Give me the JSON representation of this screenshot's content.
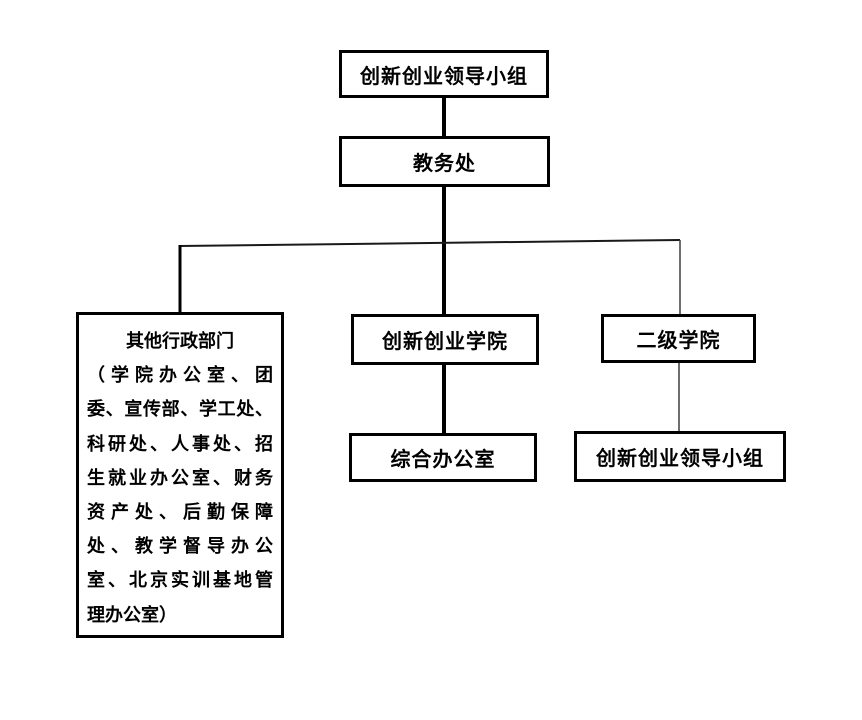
{
  "diagram": {
    "type": "org-chart",
    "colors": {
      "background": "#ffffff",
      "box_border": "#000000",
      "text": "#000000",
      "connector_thick": "#000000",
      "connector_thin": "#4a4a4a"
    },
    "nodes": {
      "leading_group_top": {
        "label": "创新创业领导小组"
      },
      "academic_affairs_office": {
        "label": "教务处"
      },
      "other_admin_departments": {
        "lines": [
          "其他行政部门",
          "（学院办公室、团",
          "委、宣传部、学工处、",
          "科研处、人事处、招",
          "生就业办公室、财务",
          "资产处、后勤保障",
          "处、教学督导办公",
          "室、北京实训基地管",
          "理办公室）"
        ]
      },
      "innovation_college": {
        "label": "创新创业学院"
      },
      "general_office": {
        "label": "综合办公室"
      },
      "secondary_colleges": {
        "label": "二级学院"
      },
      "secondary_leading_group": {
        "label": "创新创业领导小组"
      }
    },
    "edges": [
      {
        "from": "leading_group_top",
        "to": "academic_affairs_office"
      },
      {
        "from": "academic_affairs_office",
        "to": "other_admin_departments"
      },
      {
        "from": "academic_affairs_office",
        "to": "innovation_college"
      },
      {
        "from": "academic_affairs_office",
        "to": "secondary_colleges"
      },
      {
        "from": "innovation_college",
        "to": "general_office"
      },
      {
        "from": "secondary_colleges",
        "to": "secondary_leading_group"
      }
    ]
  }
}
